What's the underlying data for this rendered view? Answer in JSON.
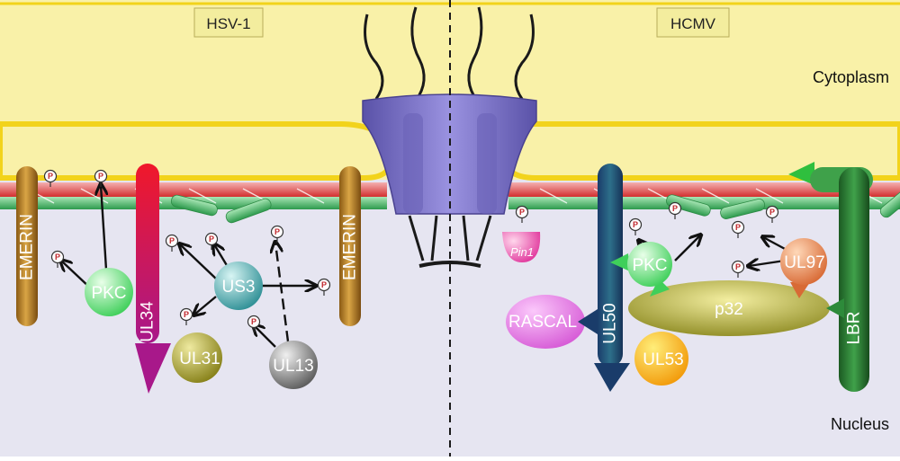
{
  "panels": {
    "left_virus": "HSV-1",
    "right_virus": "HCMV"
  },
  "regions": {
    "cytoplasm": "Cytoplasm",
    "nucleus": "Nucleus"
  },
  "phospho_label": "P",
  "proteins": {
    "emerin": "EMERIN",
    "ul34": "UL34",
    "ul31": "UL31",
    "us3": "US3",
    "ul13": "UL13",
    "pkc": "PKC",
    "pin1": "Pin1",
    "ul50": "UL50",
    "ul53": "UL53",
    "rascal": "RASCAL",
    "p32": "p32",
    "ul97": "UL97",
    "lbr": "LBR"
  },
  "colors": {
    "cytoplasm": "#f9f1a8",
    "nucleus": "#e6e5f1",
    "membrane": "#f2d31b",
    "pore": "#7d74c9",
    "lamina_green": "#3fa15a",
    "lamina_red": "#d63a3a"
  }
}
